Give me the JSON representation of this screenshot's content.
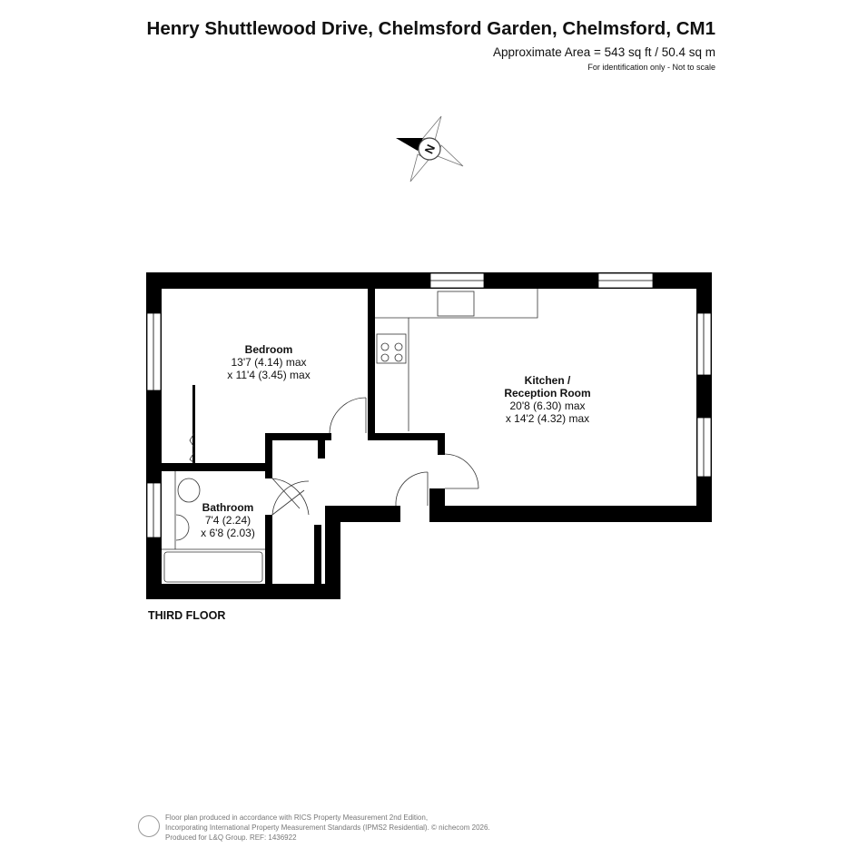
{
  "header": {
    "title": "Henry Shuttlewood Drive, Chelmsford Garden, Chelmsford, CM1",
    "area": "Approximate Area = 543 sq ft / 50.4 sq m",
    "note": "For identification only - Not to scale"
  },
  "compass": {
    "label": "N"
  },
  "rooms": {
    "bedroom": {
      "name": "Bedroom",
      "dim1": "13'7 (4.14) max",
      "dim2": "x 11'4 (3.45) max"
    },
    "kitchen": {
      "name1": "Kitchen /",
      "name2": "Reception Room",
      "dim1": "20'8 (6.30) max",
      "dim2": "x 14'2 (4.32) max"
    },
    "bathroom": {
      "name": "Bathroom",
      "dim1": "7'4 (2.24)",
      "dim2": "x 6'8 (2.03)"
    }
  },
  "floor_label": "THIRD FLOOR",
  "footer": {
    "line1": "Floor plan produced in accordance with RICS Property Measurement 2nd Edition,",
    "line2": "Incorporating International Property Measurement Standards (IPMS2 Residential).   © nichecom 2026.",
    "line3": "Produced for L&Q Group.   REF:   1436922"
  }
}
